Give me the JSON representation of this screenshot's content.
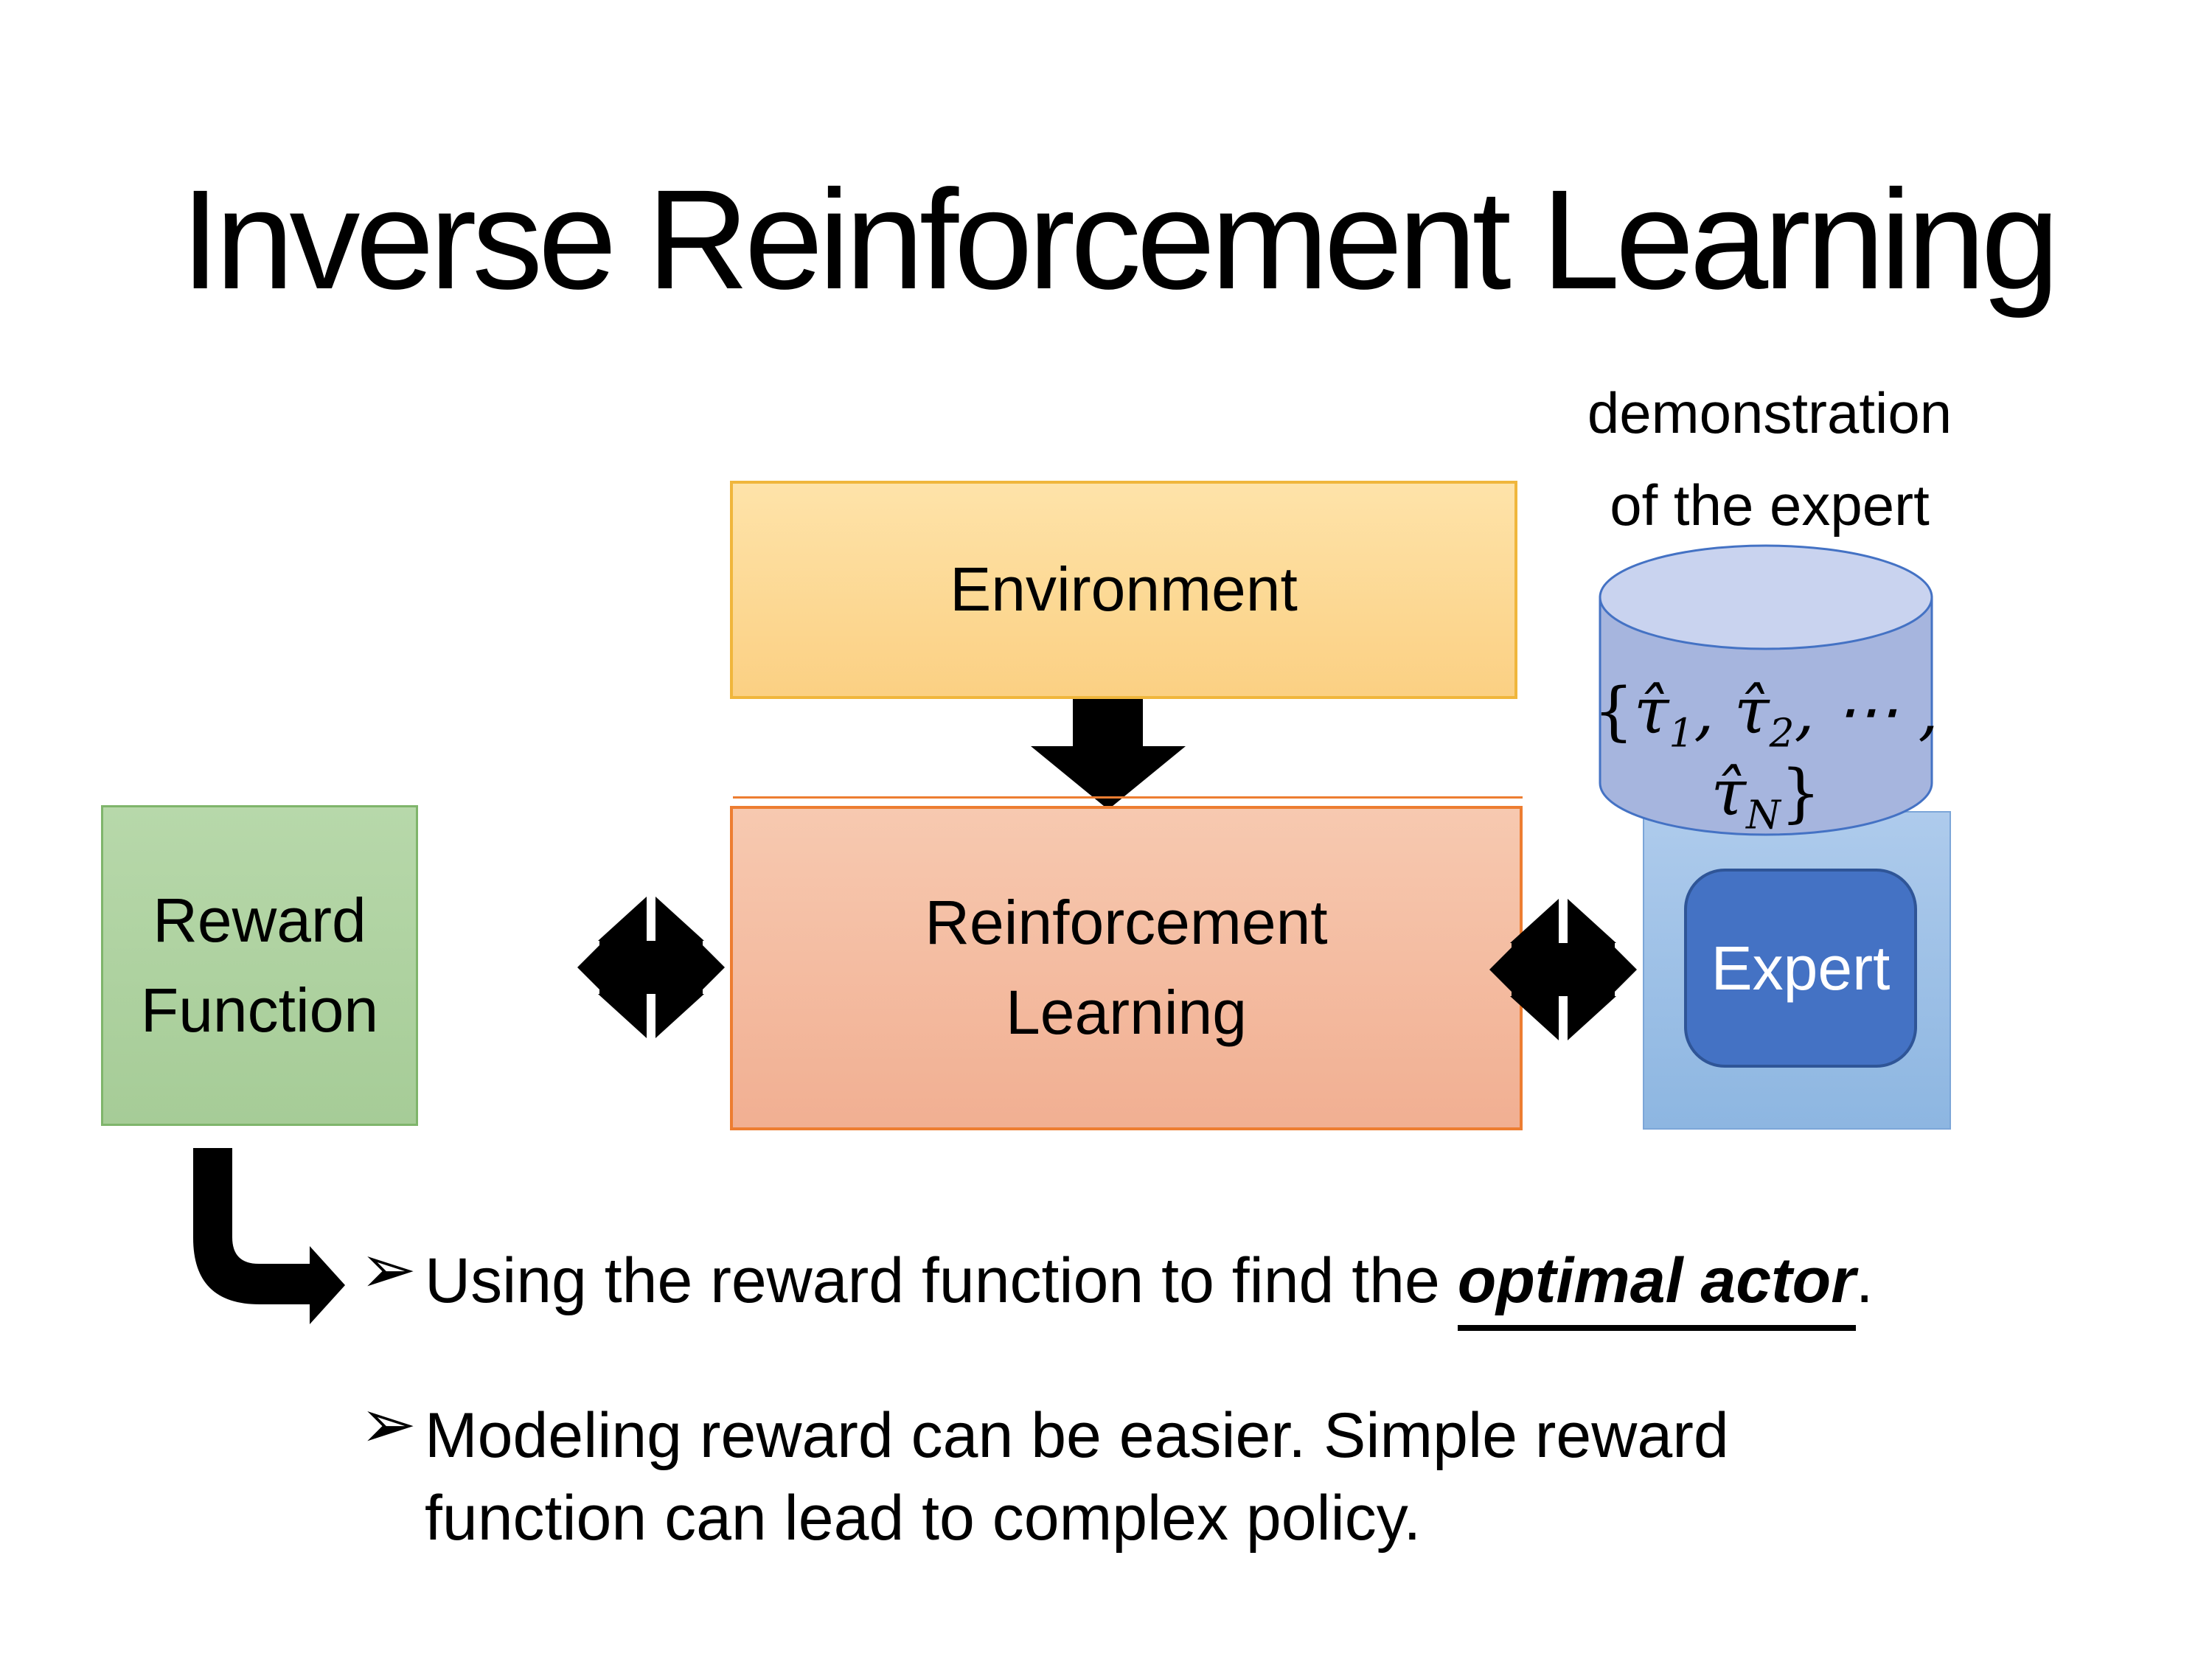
{
  "slide": {
    "title": "Inverse Reinforcement Learning",
    "annotation": {
      "line1": "demonstration",
      "line2": "of the expert"
    },
    "boxes": {
      "environment": {
        "label": "Environment"
      },
      "reward_function": {
        "label_line1": "Reward",
        "label_line2": "Function"
      },
      "reinforcement_learning": {
        "label_line1": "Reinforcement",
        "label_line2": "Learning"
      },
      "expert": {
        "label": "Expert"
      }
    },
    "database": {
      "formula": {
        "open": "{",
        "tau1": "τ̂",
        "sub1": "1",
        "comma1": ", ",
        "tau2": "τ̂",
        "sub2": "2",
        "dots": ", ⋯ , ",
        "tau3": "τ̂",
        "subN": "N",
        "close": "}"
      }
    },
    "bullets": {
      "glyph": "➢",
      "items": [
        {
          "prefix": "Using the reward function to find the ",
          "emphasis": "optimal actor",
          "suffix": "."
        },
        {
          "text": "Modeling reward can be easier. Simple reward function can lead to complex policy."
        }
      ]
    },
    "icons": [
      "down-arrow-icon",
      "double-arrow-left-icon",
      "double-arrow-right-icon",
      "bent-arrow-icon",
      "database-cylinder"
    ]
  },
  "colors": {
    "text_color": "#000000",
    "arrow_color": "#000000",
    "env_fill_top": "#FEE3A9",
    "env_fill_bottom": "#FBD083",
    "env_border": "#F0B63C",
    "rl_fill_top": "#F7C9B0",
    "rl_fill_bottom": "#F1AF92",
    "rl_border": "#ED7D31",
    "reward_fill_top": "#B7D8AA",
    "reward_fill_bottom": "#A6CC97",
    "reward_border": "#7FB56B",
    "panel_fill_top": "#AECBEC",
    "panel_fill_bottom": "#8DB6E1",
    "panel_border": "#7CA6D8",
    "cylinder_fill": "#A6B5DE",
    "cylinder_top_fill": "#C9D3EF",
    "cylinder_border": "#4472C4",
    "expert_fill": "#4472C4",
    "expert_border": "#2F5597",
    "expert_text": "#FFFFFF"
  }
}
